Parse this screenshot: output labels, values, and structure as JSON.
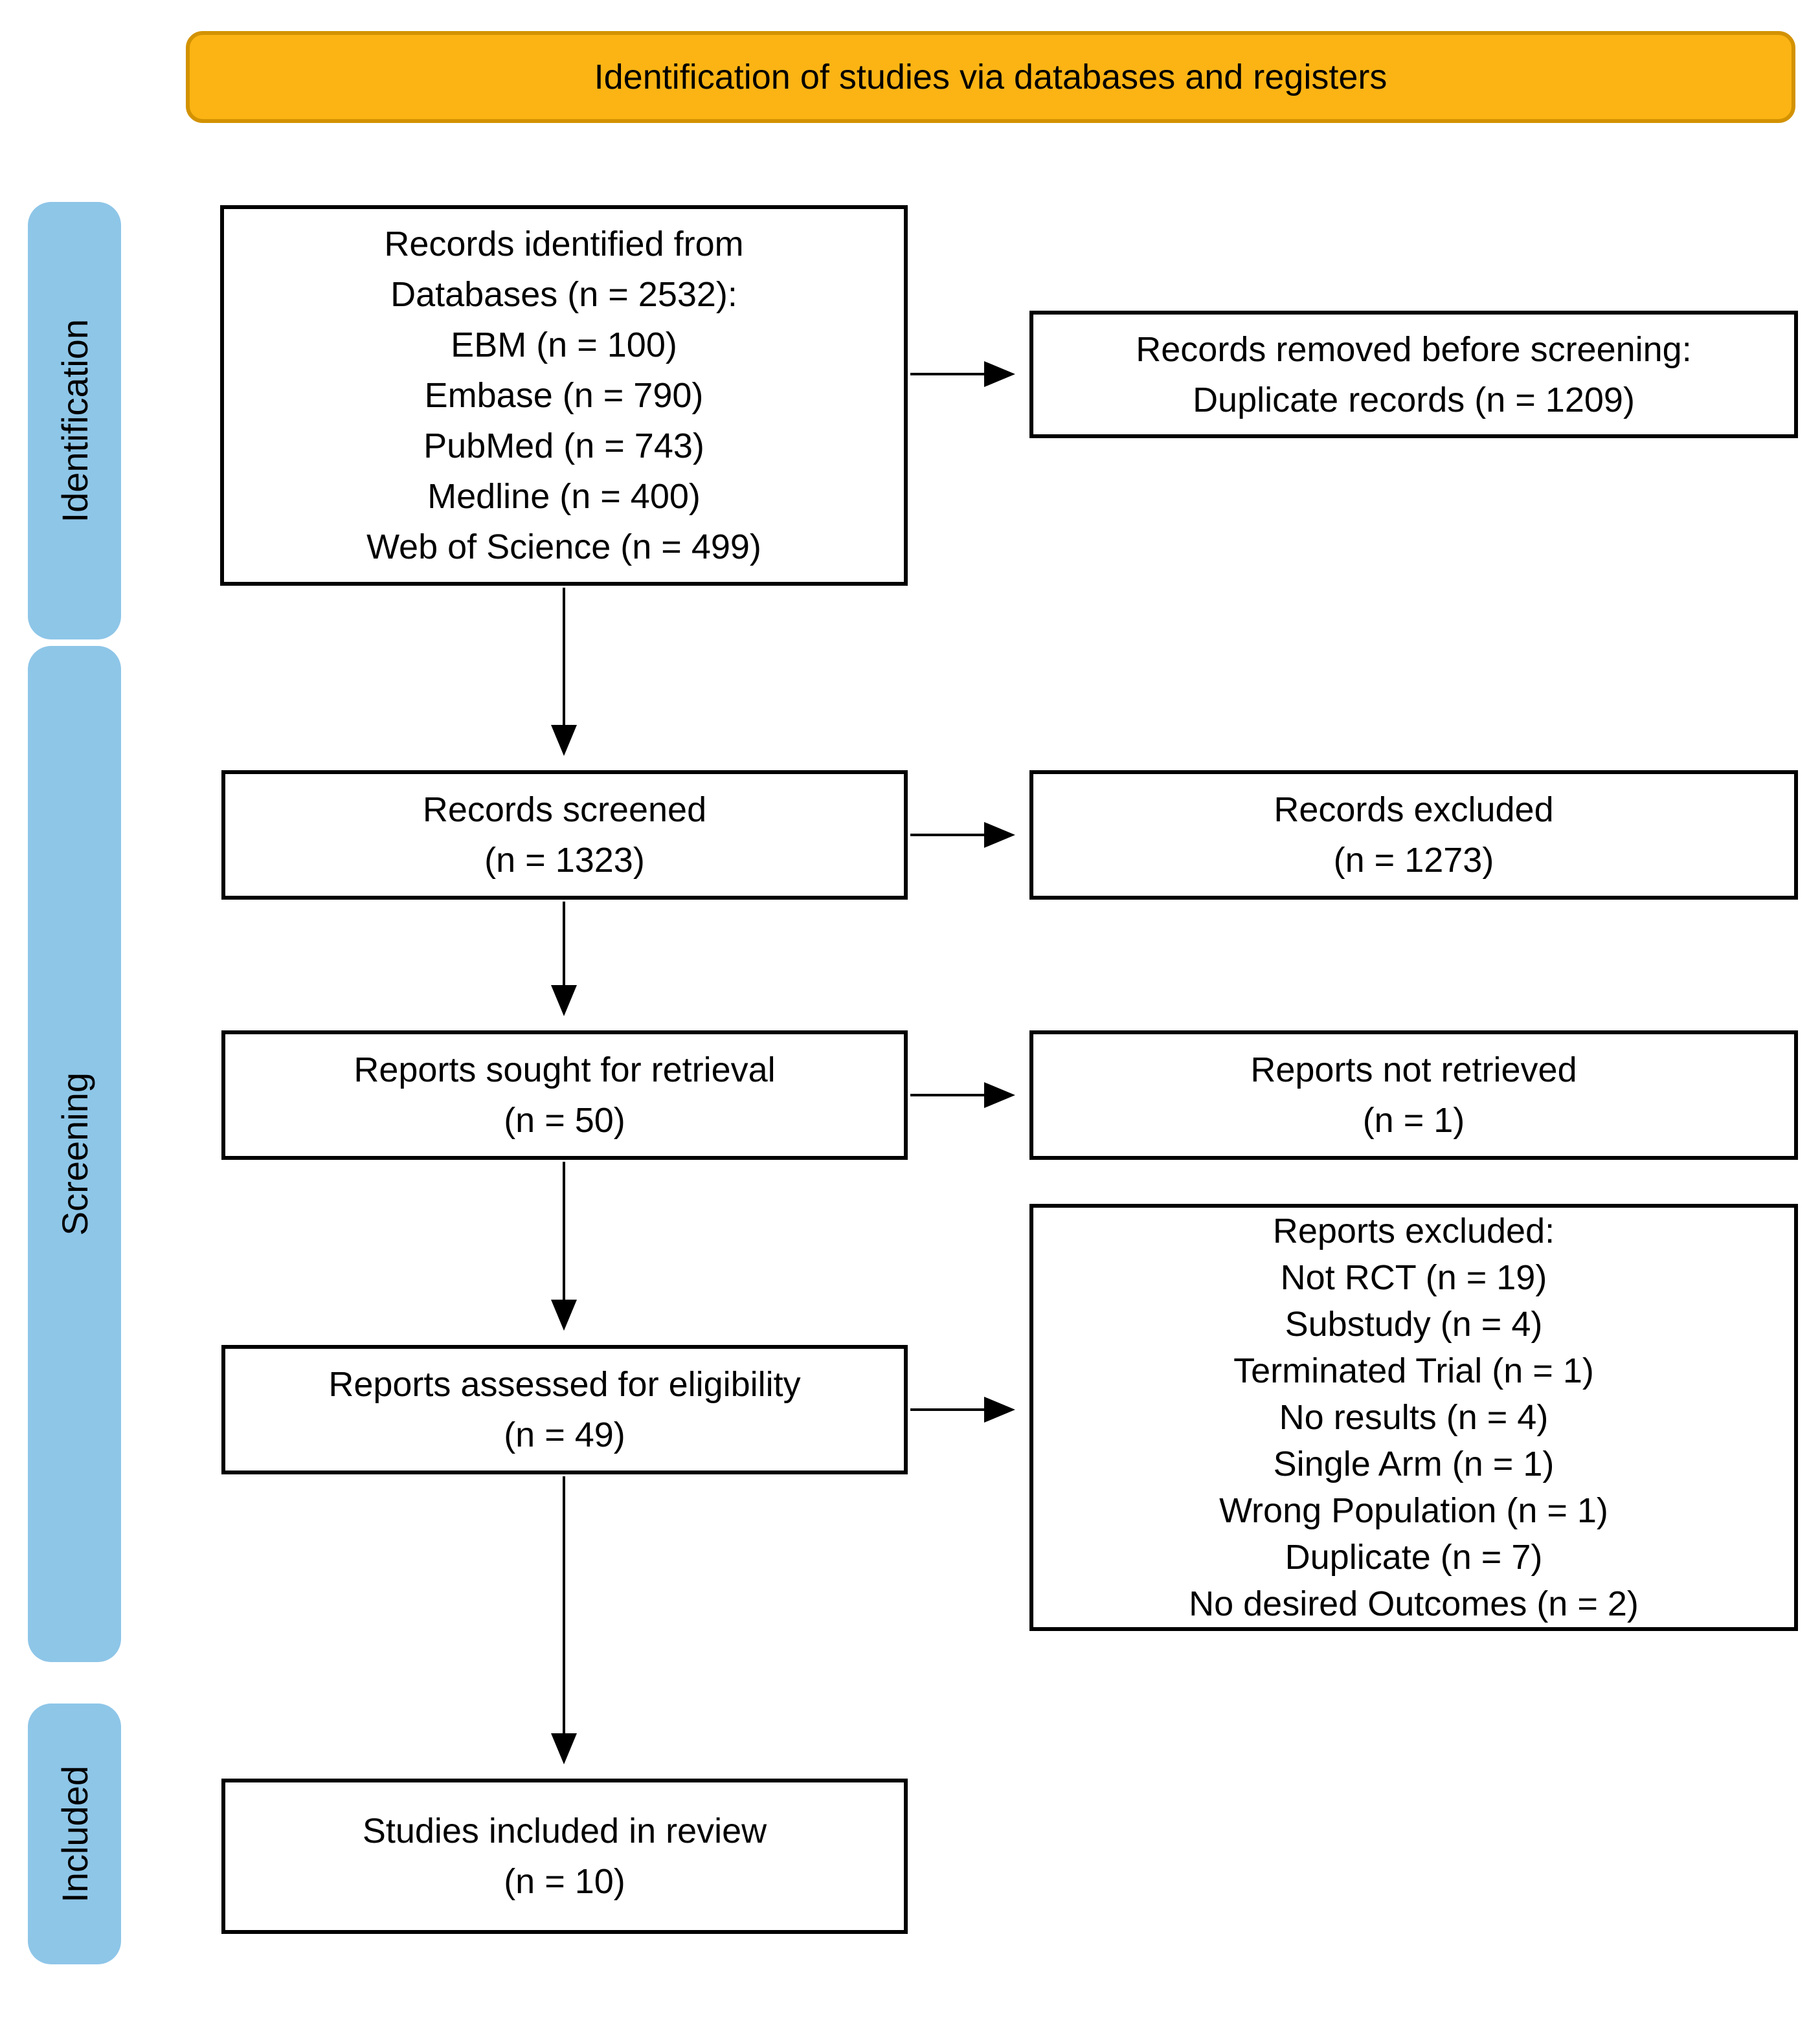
{
  "banner": {
    "title": "Identification of studies via databases and registers"
  },
  "sidebar": {
    "stages": [
      {
        "label": "Identification"
      },
      {
        "label": "Screening"
      },
      {
        "label": "Included"
      }
    ]
  },
  "flow": {
    "records_identified": {
      "lines": [
        "Records identified from",
        "Databases (n = 2532):",
        "EBM (n = 100)",
        "Embase (n = 790)",
        "PubMed (n = 743)",
        "Medline (n = 400)",
        "Web of Science (n = 499)"
      ]
    },
    "records_removed": {
      "lines": [
        "Records removed before screening:",
        "Duplicate records (n = 1209)"
      ]
    },
    "records_screened": {
      "lines": [
        "Records screened",
        "(n = 1323)"
      ]
    },
    "records_excluded": {
      "lines": [
        "Records excluded",
        "(n = 1273)"
      ]
    },
    "reports_sought": {
      "lines": [
        "Reports sought for retrieval",
        "(n = 50)"
      ]
    },
    "reports_not_retrieved": {
      "lines": [
        "Reports not retrieved",
        "(n = 1)"
      ]
    },
    "reports_assessed": {
      "lines": [
        "Reports assessed for eligibility",
        "(n = 49)"
      ]
    },
    "reports_excluded": {
      "lines": [
        "Reports excluded:",
        "Not RCT (n = 19)",
        "Substudy (n = 4)",
        "Terminated Trial (n = 1)",
        "No results (n = 4)",
        "Single Arm (n = 1)",
        "Wrong Population (n = 1)",
        "Duplicate (n = 7)",
        "No desired Outcomes (n = 2)"
      ]
    },
    "studies_included": {
      "lines": [
        "Studies included in review",
        "(n = 10)"
      ]
    }
  },
  "colors": {
    "banner_fill": "#FBB414",
    "banner_border": "#D39200",
    "stage_fill": "#8EC6E8",
    "box_border": "#000000",
    "arrow": "#000000"
  }
}
